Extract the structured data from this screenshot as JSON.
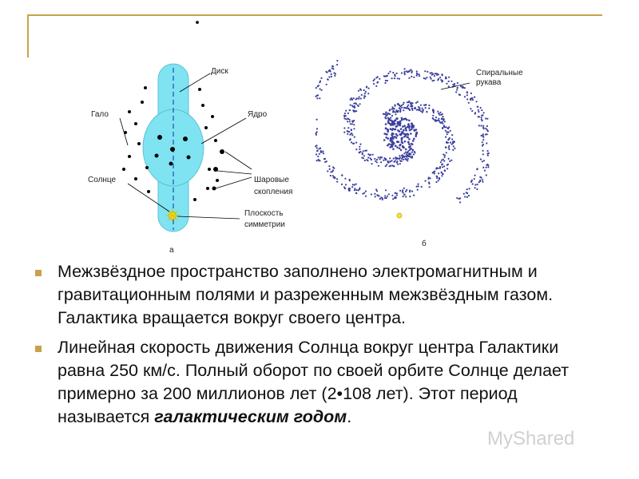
{
  "figure": {
    "left": {
      "labels": {
        "disk": "Диск",
        "halo": "Гало",
        "core": "Ядро",
        "sun": "Солнце",
        "globular_1": "Шаровые",
        "globular_2": "скопления",
        "plane_1": "Плоскость",
        "plane_2": "симметрии"
      },
      "caption": "а"
    },
    "right": {
      "labels": {
        "arms_1": "Спиральные",
        "arms_2": "рукава"
      },
      "caption": "б"
    }
  },
  "bullets": [
    {
      "text": "Межзвёздное пространство заполнено электромагнитным и гравитационным полями и разреженным межзвёздным газом. Галактика вращается вокруг своего центра."
    },
    {
      "text_before": "Линейная скорость движения Солнца вокруг центра Галактики равна 250 км/с. Полный оборот по своей орбите Солнце делает примерно за 200 миллионов лет (2•108 лет). Этот период называется ",
      "emphasis": "галактическим годом",
      "text_after": "."
    }
  ],
  "watermark": "MyShared",
  "colors": {
    "accent": "#c8a24a",
    "galaxy_body": "#7fe3f2",
    "spiral_dots": "#3a3f9e",
    "sun": "#f5e633"
  }
}
